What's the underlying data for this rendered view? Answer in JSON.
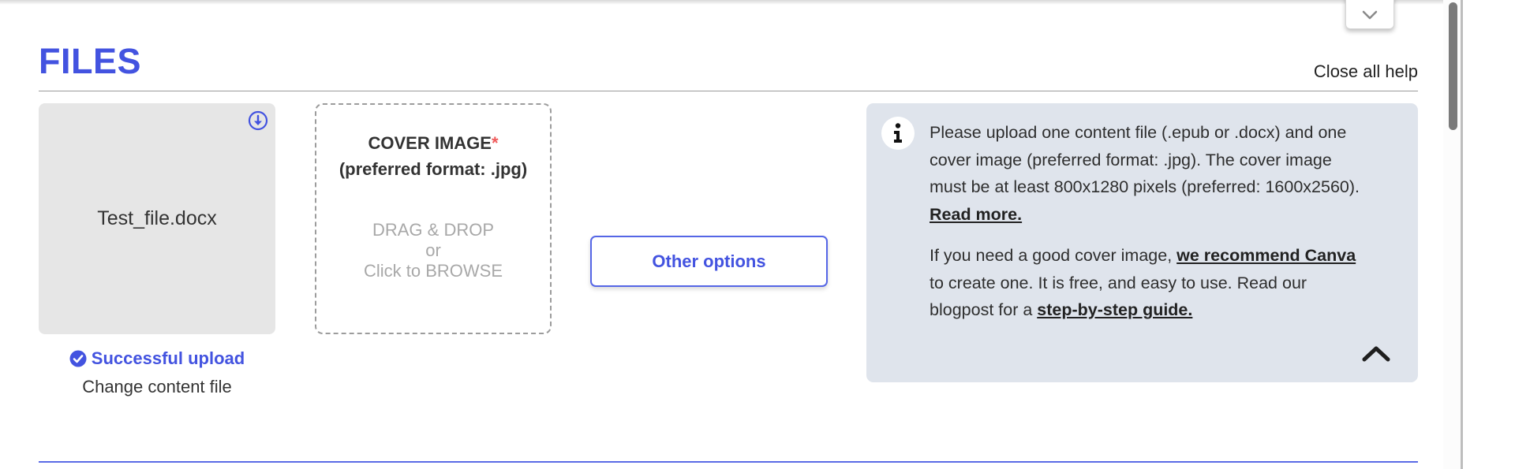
{
  "section": {
    "title": "FILES",
    "close_all_help": "Close all help"
  },
  "content_file": {
    "filename": "Test_file.docx",
    "download_icon": "download-circle-icon",
    "status": "Successful upload",
    "status_icon": "check-circle-icon",
    "change_label": "Change content file"
  },
  "cover_image": {
    "title": "COVER IMAGE",
    "required_mark": "*",
    "format_hint": "(preferred format: .jpg)",
    "drag_drop": "DRAG & DROP",
    "or": "or",
    "browse": "Click to BROWSE"
  },
  "other_options": {
    "label": "Other options"
  },
  "help": {
    "icon": "info-icon",
    "p1_text": "Please upload one content file (.epub or .docx) and one cover image (preferred format: .jpg). The cover image must be at least 800x1280 pixels (preferred: 1600x2560). ",
    "p1_link": "Read more.",
    "p2_text_a": "If you need a good cover image, ",
    "p2_link_a": "we recommend Canva",
    "p2_text_b": " to create one. It is free, and easy to use. Read our blogpost for a ",
    "p2_link_b": "step-by-step guide.",
    "collapse_icon": "chevron-up-icon"
  },
  "top_tab": {
    "icon": "chevron-down-icon"
  },
  "colors": {
    "accent": "#4353e0",
    "help_bg": "#dfe4ec",
    "tile_bg": "#e6e6e6",
    "required": "#ef5a5a",
    "hint": "#a8a8a8"
  }
}
